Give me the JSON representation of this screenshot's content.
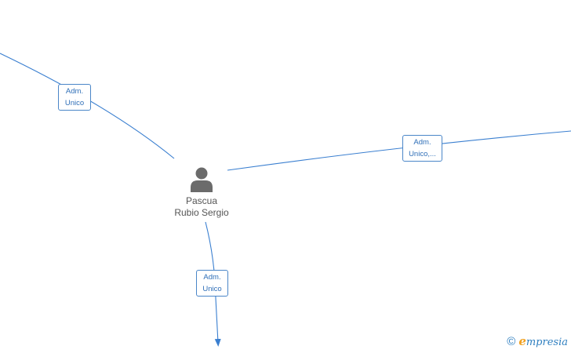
{
  "colors": {
    "edge": "#3a7fd0",
    "label_border": "#4a86c8",
    "label_text": "#2f6fb8",
    "node_icon": "#6b6b6b",
    "node_text": "#555555",
    "brand_blue": "#2f7fc0",
    "brand_orange": "#f0a020"
  },
  "node": {
    "icon": "person-icon",
    "name_line1": "Pascua",
    "name_line2": "Rubio Sergio"
  },
  "edges": [
    {
      "id": "nw",
      "label_line1": "Adm.",
      "label_line2": "Unico"
    },
    {
      "id": "east",
      "label_line1": "Adm.",
      "label_line2": "Unico,..."
    },
    {
      "id": "south",
      "label_line1": "Adm.",
      "label_line2": "Unico"
    }
  ],
  "watermark": {
    "symbol": "©",
    "brand_initial": "e",
    "brand_rest": "mpresia"
  }
}
